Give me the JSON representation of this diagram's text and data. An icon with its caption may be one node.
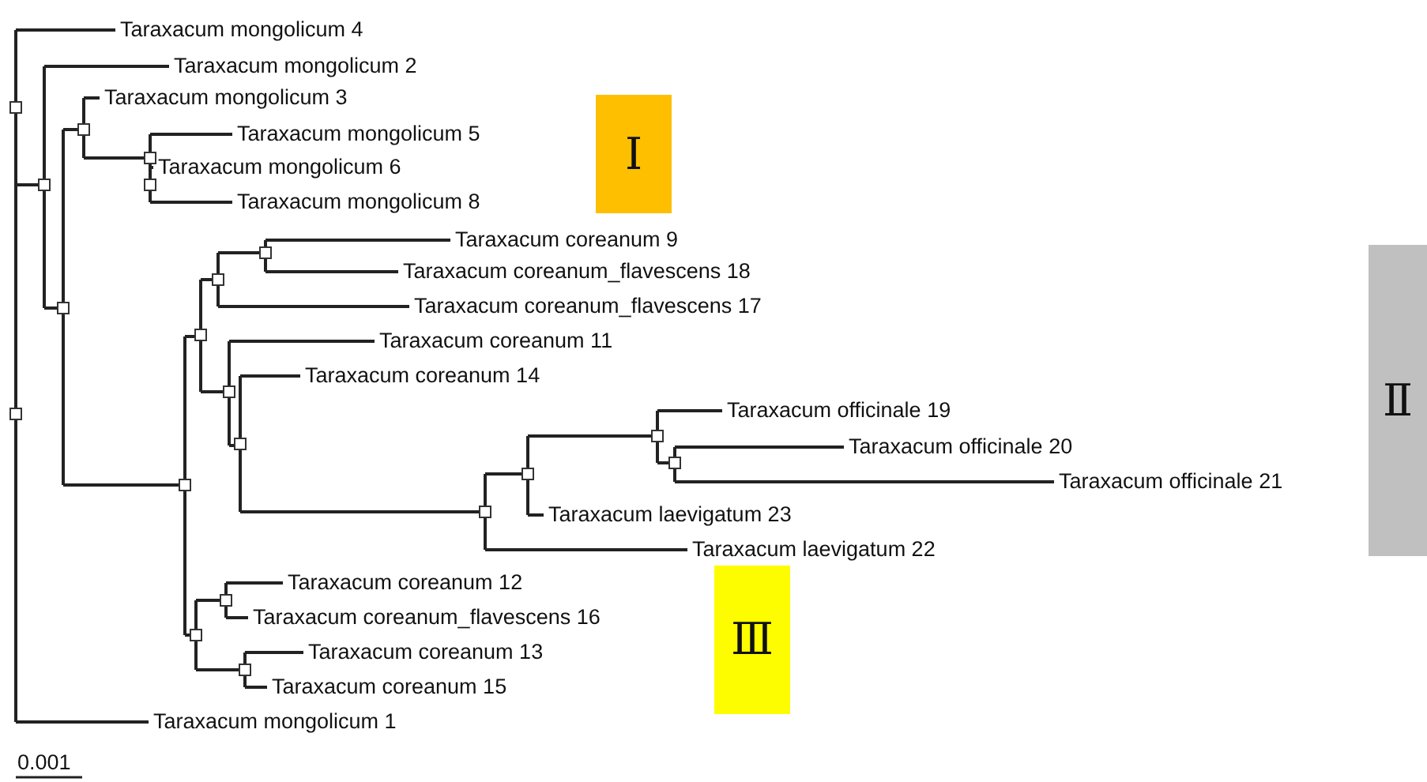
{
  "diagram": {
    "nodes": [
      {
        "text": [
          "Ⅰ"
        ]
      },
      {
        "text": [
          "Ⅱ"
        ]
      },
      {
        "text": [
          "Ⅲ"
        ]
      }
    ],
    "labels": [
      "Taraxacum mongolicum 4",
      "Taraxacum mongolicum 2",
      "Taraxacum mongolicum 3",
      "Taraxacum mongolicum 5",
      "Taraxacum mongolicum 6",
      "Taraxacum mongolicum 8",
      "Taraxacum coreanum 9",
      "Taraxacum coreanum_flavescens 18",
      "Taraxacum coreanum_flavescens 17",
      "Taraxacum coreanum 11",
      "Taraxacum coreanum 14",
      "Taraxacum officinale 19",
      "Taraxacum officinale 20",
      "Taraxacum officinale 21",
      "Taraxacum laevigatum 23",
      "Taraxacum laevigatum 22",
      "Taraxacum coreanum 12",
      "Taraxacum coreanum_flavescens 16",
      "Taraxacum coreanum 13",
      "Taraxacum coreanum 15",
      "Taraxacum mongolicum 1",
      "0.001"
    ]
  }
}
